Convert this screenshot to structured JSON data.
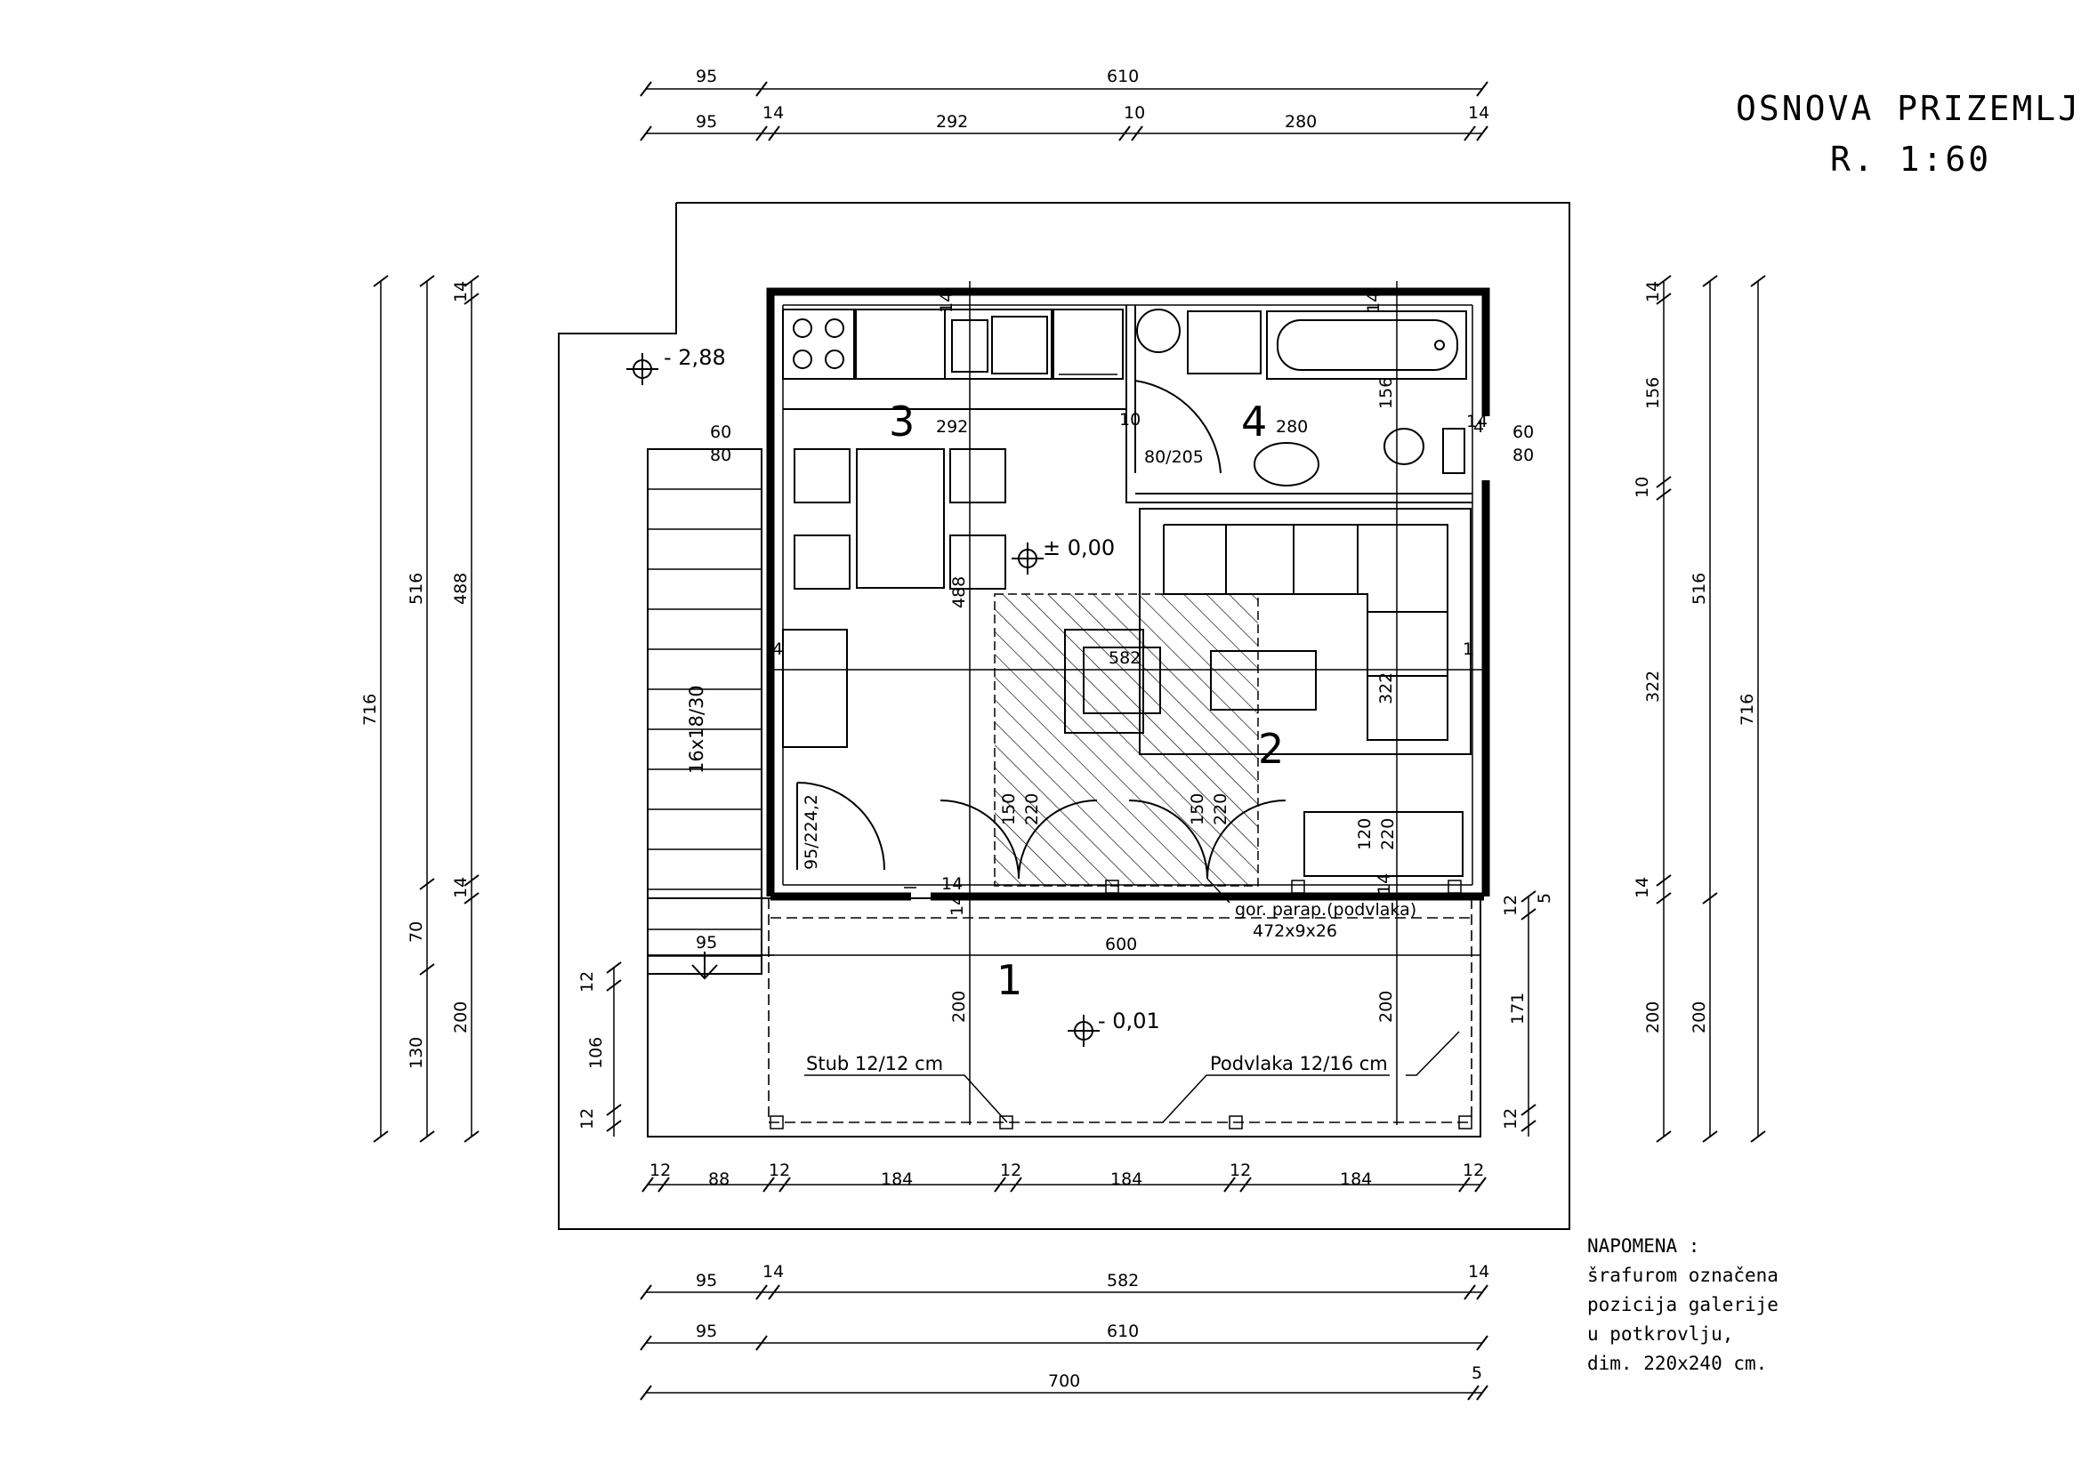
{
  "title": {
    "line1": "OSNOVA PRIZEMLJA",
    "line2": "R. 1:60"
  },
  "rooms": [
    {
      "id": "r1",
      "number": "1"
    },
    {
      "id": "r2",
      "number": "2"
    },
    {
      "id": "r3",
      "number": "3"
    },
    {
      "id": "r4",
      "number": "4"
    }
  ],
  "levels": {
    "outside": "- 2,88",
    "interior": "± 0,00",
    "terrace": "- 0,01"
  },
  "labels": {
    "stair": "16x18/30",
    "stub": "Stub 12/12 cm",
    "podvlaka": "Podvlaka 12/16 cm",
    "parapet_line1": "gor. parap.(podvlaka)",
    "parapet_line2": "472x9x26",
    "door_bath": "80/205",
    "door_entry": "95/224,2"
  },
  "dims": {
    "top_row1": [
      "95",
      "610"
    ],
    "top_row2": [
      "95",
      "14",
      "292",
      "10",
      "280",
      "14"
    ],
    "bottom_row1": [
      "95",
      "14",
      "582",
      "14"
    ],
    "bottom_row2": [
      "95",
      "610"
    ],
    "bottom_row3": [
      "700",
      "5"
    ],
    "columns_row": [
      "12",
      "88",
      "12",
      "184",
      "12",
      "184",
      "12",
      "184",
      "12"
    ],
    "left_col1": [
      "716"
    ],
    "left_col2": [
      "516",
      "70",
      "130"
    ],
    "left_col3": [
      "14",
      "488",
      "14",
      "200"
    ],
    "left_small": [
      "12",
      "106",
      "12"
    ],
    "right_col1": [
      "14",
      "156",
      "10",
      "322",
      "14",
      "200"
    ],
    "right_col2": [
      "516",
      "200"
    ],
    "right_col3": [
      "716"
    ],
    "right_small": [
      "12",
      "5",
      "171",
      "12"
    ],
    "interior": {
      "d292": "292",
      "d280": "280",
      "d60a": "60",
      "d80a": "80",
      "d60b": "60",
      "d80b": "80",
      "d10": "10",
      "d14a": "14",
      "d14b": "14",
      "d14c": "14",
      "d14d": "14",
      "d14e": "14",
      "d14f": "14",
      "d582": "582",
      "d488": "488",
      "d156": "156",
      "d322": "322",
      "d150a": "150",
      "d220a": "220",
      "d150b": "150",
      "d220b": "220",
      "d120": "120",
      "d220c": "220",
      "d600": "600",
      "d95": "95",
      "d200a": "200",
      "d200b": "200",
      "d4a": "4",
      "d4b": "4",
      "d1": "1"
    }
  },
  "note": {
    "heading": "NAPOMENA :",
    "lines": [
      "šrafurom označena",
      "pozicija galerije",
      "u potkrovlju,",
      "dim. 220x240 cm."
    ]
  }
}
